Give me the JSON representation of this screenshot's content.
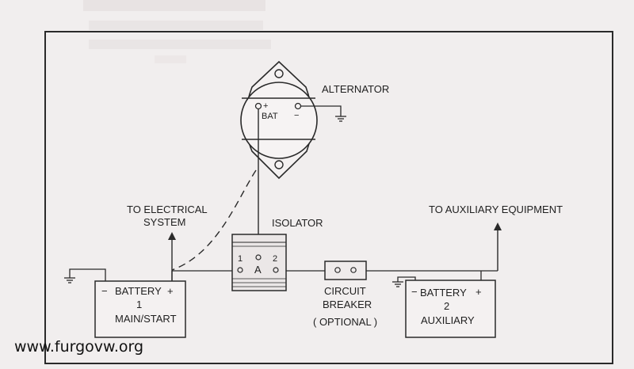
{
  "background_color": "#f1eeee",
  "ink_color": "#1f1f1f",
  "labels": {
    "alternator": "ALTERNATOR",
    "alt_plus": "+",
    "alt_minus": "−",
    "bat": "BAT",
    "isolator": "ISOLATOR",
    "iso_1": "1",
    "iso_2": "2",
    "iso_a": "A",
    "to_electrical_line1": "TO ELECTRICAL",
    "to_electrical_line2": "SYSTEM",
    "to_auxiliary": "TO AUXILIARY EQUIPMENT",
    "battery1_line1": "BATTERY",
    "battery1_line2": "1",
    "battery1_line3": "MAIN/START",
    "battery2_line1": "BATTERY",
    "battery2_line2": "2",
    "battery2_line3": "AUXILIARY",
    "batt_minus": "−",
    "batt_plus": "+",
    "breaker_line1": "CIRCUIT",
    "breaker_line2": "BREAKER",
    "breaker_line3": "( OPTIONAL )",
    "watermark": "www.furgovw.org"
  }
}
